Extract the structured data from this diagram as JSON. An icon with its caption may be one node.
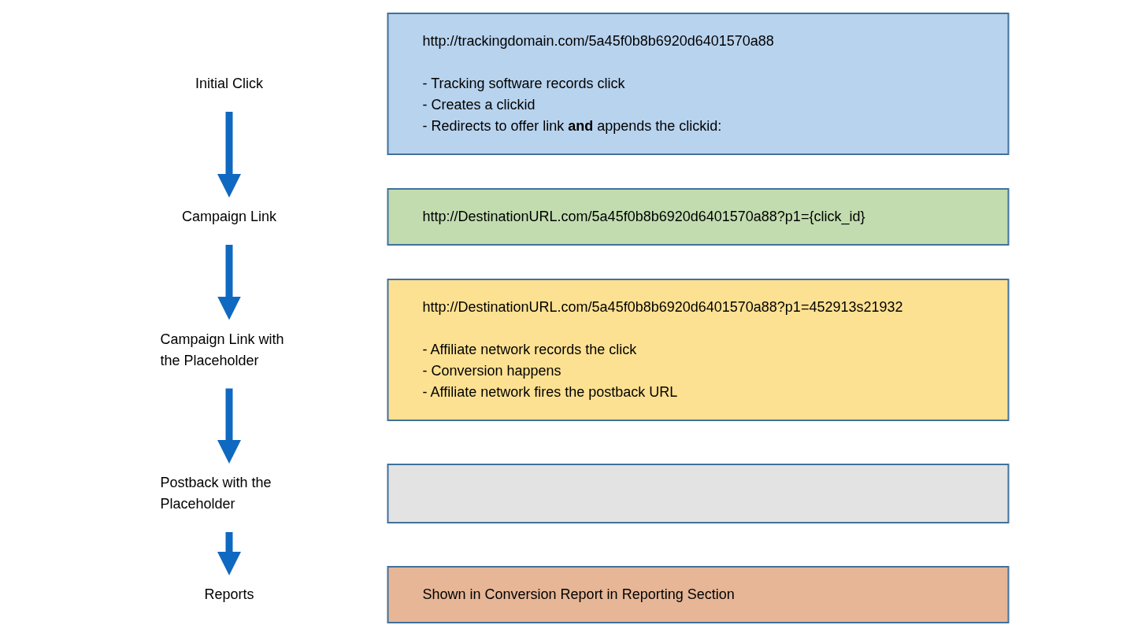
{
  "diagram": {
    "nodes": [
      {
        "text": [
          "Initial Click"
        ]
      },
      {
        "text": [
          "http://trackingdomain.com/5a45f0b8b6920d6401570a88",
          "- Tracking software records click",
          "- Creates a clickid",
          "- Redirects to offer link **and** appends the clickid:"
        ]
      },
      {
        "text": [
          "Campaign Link"
        ]
      },
      {
        "text": [
          "http://DestinationURL.com/5a45f0b8b6920d6401570a88?p1={click_id}"
        ]
      },
      {
        "text": [
          "Campaign Link with the Placeholder"
        ]
      },
      {
        "text": [
          "http://DestinationURL.com/5a45f0b8b6920d6401570a88?p1=452913s21932",
          "- Affiliate network records the click",
          "- Conversion happens",
          "- Affiliate network fires the postback URL"
        ]
      },
      {
        "text": [
          "Postback with the Placeholder"
        ]
      },
      {
        "text": [],
        "shape": "box"
      },
      {
        "text": [
          "Reports"
        ]
      },
      {
        "text": [
          "Shown in Conversion Report in Reporting Section"
        ]
      }
    ],
    "edges": [
      {
        "from": 0,
        "to": 2,
        "arrow": "to",
        "color": "#1069c0"
      },
      {
        "from": 2,
        "to": 4,
        "arrow": "to",
        "color": "#1069c0"
      },
      {
        "from": 4,
        "to": 6,
        "arrow": "to",
        "color": "#1069c0"
      },
      {
        "from": 6,
        "to": 8,
        "arrow": "to",
        "color": "#1069c0"
      }
    ]
  }
}
